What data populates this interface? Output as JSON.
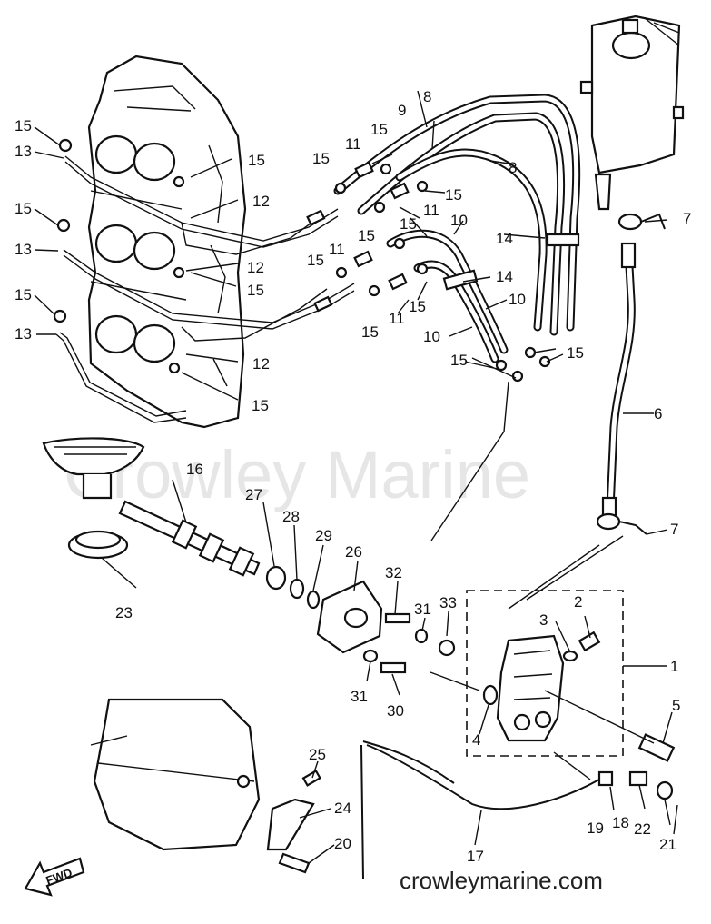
{
  "watermark": "Crowley Marine",
  "site_url": "crowleymarine.com",
  "fwd_label": "FWD",
  "callouts": {
    "c1": "1",
    "c2": "2",
    "c3": "3",
    "c4": "4",
    "c5": "5",
    "c6": "6",
    "c7a": "7",
    "c7b": "7",
    "c8a": "8",
    "c8b": "8",
    "c9": "9",
    "c10a": "10",
    "c10b": "10",
    "c10c": "10",
    "c11a": "11",
    "c11b": "11",
    "c11c": "11",
    "c11d": "11",
    "c12a": "12",
    "c12b": "12",
    "c12c": "12",
    "c13a": "13",
    "c13b": "13",
    "c13c": "13",
    "c14a": "14",
    "c14b": "14",
    "c15a": "15",
    "c15b": "15",
    "c15c": "15",
    "c15d": "15",
    "c15e": "15",
    "c15f": "15",
    "c15g": "15",
    "c15h": "15",
    "c15i": "15",
    "c15j": "15",
    "c15k": "15",
    "c15l": "15",
    "c15m": "15",
    "c15n": "15",
    "c15o": "15",
    "c15p": "15",
    "c16": "16",
    "c17": "17",
    "c18": "18",
    "c19": "19",
    "c20": "20",
    "c21": "21",
    "c22": "22",
    "c23": "23",
    "c24": "24",
    "c25": "25",
    "c26": "26",
    "c27": "27",
    "c28": "28",
    "c29": "29",
    "c30": "30",
    "c31a": "31",
    "c31b": "31",
    "c32": "32",
    "c33": "33"
  }
}
